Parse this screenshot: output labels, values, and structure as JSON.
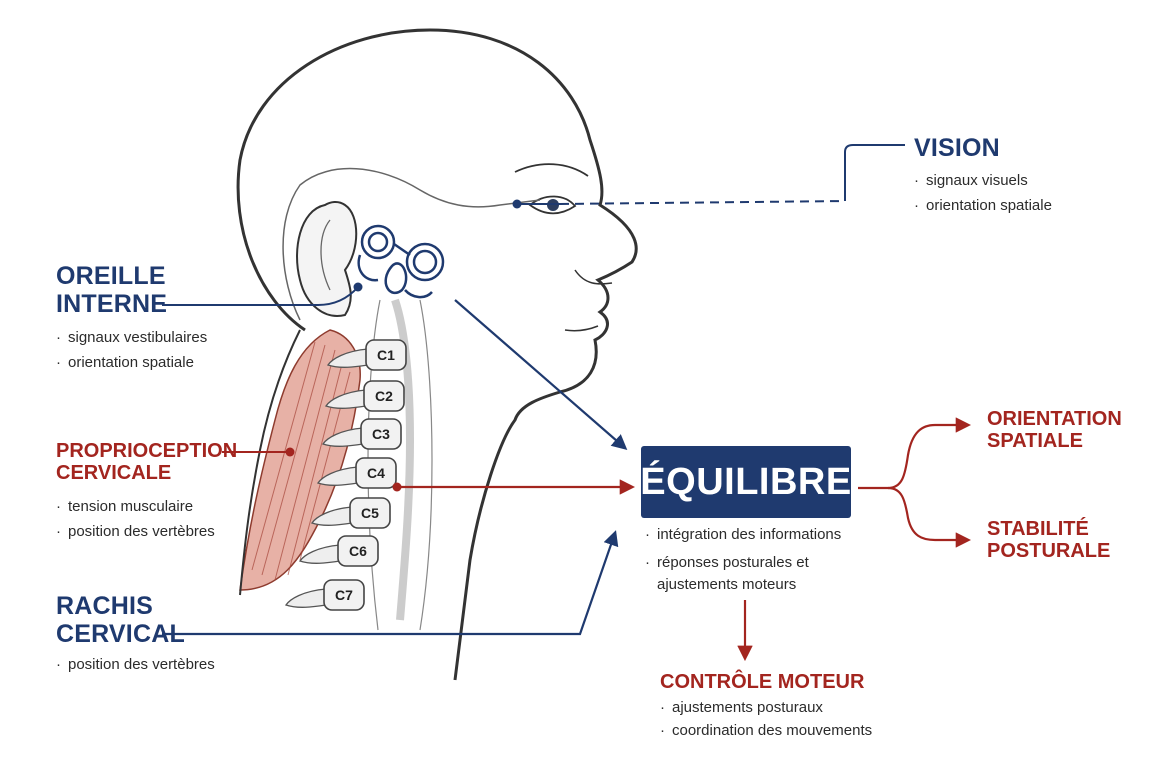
{
  "vision": {
    "title": "VISION",
    "bullets": [
      "signaux visuels",
      "orientation spatiale"
    ]
  },
  "oreille": {
    "title_lines": [
      "OREILLE",
      "INTERNE"
    ],
    "bullets": [
      "signaux vestibulaires",
      "orientation spatiale"
    ]
  },
  "proprio": {
    "title_lines": [
      "PROPRIOCEPTION",
      "CERVICALE"
    ],
    "bullets": [
      "tension musculaire",
      "position des vertèbres"
    ]
  },
  "rachis": {
    "title_lines": [
      "RACHIS",
      "CERVICAL"
    ],
    "bullets": [
      "position des vertèbres"
    ]
  },
  "equilibre": {
    "title": "ÉQUILIBRE",
    "bullets": [
      "intégration des informations",
      "réponses posturales et",
      "ajustements moteurs"
    ]
  },
  "orientation": {
    "title_lines": [
      "ORIENTATION",
      "SPATIALE"
    ]
  },
  "stabilite": {
    "title_lines": [
      "STABILITÉ",
      "POSTURALE"
    ]
  },
  "controle": {
    "title": "CONTRÔLE MOTEUR",
    "bullets": [
      "ajustements posturaux",
      "coordination des mouvements"
    ]
  },
  "vertebrae": [
    "C1",
    "C2",
    "C3",
    "C4",
    "C5",
    "C6",
    "C7"
  ],
  "bullet_glyph": "·",
  "colors": {
    "blue": "#1f3a6f",
    "red": "#a3251f",
    "line": "#444444",
    "muscle": "#c46a5a"
  }
}
